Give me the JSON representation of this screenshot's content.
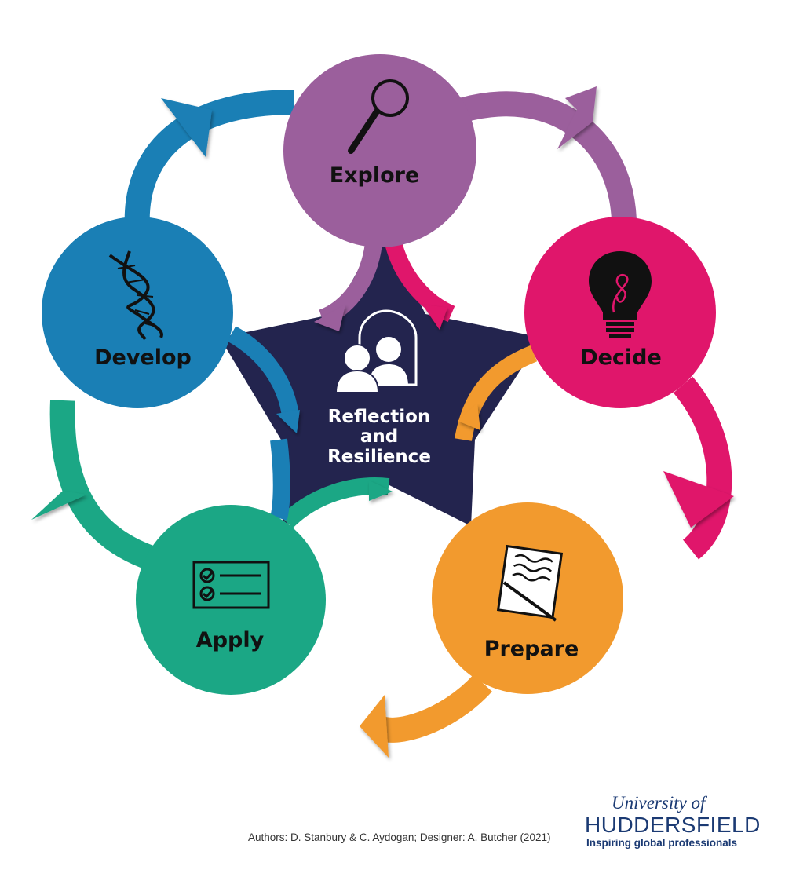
{
  "diagram": {
    "center": {
      "lines": [
        "Reflection",
        "and",
        "Resilience"
      ],
      "color": "#23244e",
      "icon": "two-people-mirror-icon"
    },
    "stages": [
      {
        "id": "explore",
        "label": "Explore",
        "color": "#9b5f9c",
        "icon": "magnifying-glass-icon"
      },
      {
        "id": "decide",
        "label": "Decide",
        "color": "#e0166b",
        "icon": "lightbulb-icon"
      },
      {
        "id": "prepare",
        "label": "Prepare",
        "color": "#f29a2e",
        "icon": "notepad-pen-icon"
      },
      {
        "id": "apply",
        "label": "Apply",
        "color": "#1ba785",
        "icon": "checklist-icon"
      },
      {
        "id": "develop",
        "label": "Develop",
        "color": "#1a7fb5",
        "icon": "dna-icon"
      }
    ]
  },
  "credits": "Authors: D. Stanbury & C. Aydogan; Designer: A. Butcher (2021)",
  "logo": {
    "line1": "University of",
    "line2": "HUDDERSFIELD",
    "line3": "Inspiring global professionals",
    "color": "#1b3a73"
  }
}
